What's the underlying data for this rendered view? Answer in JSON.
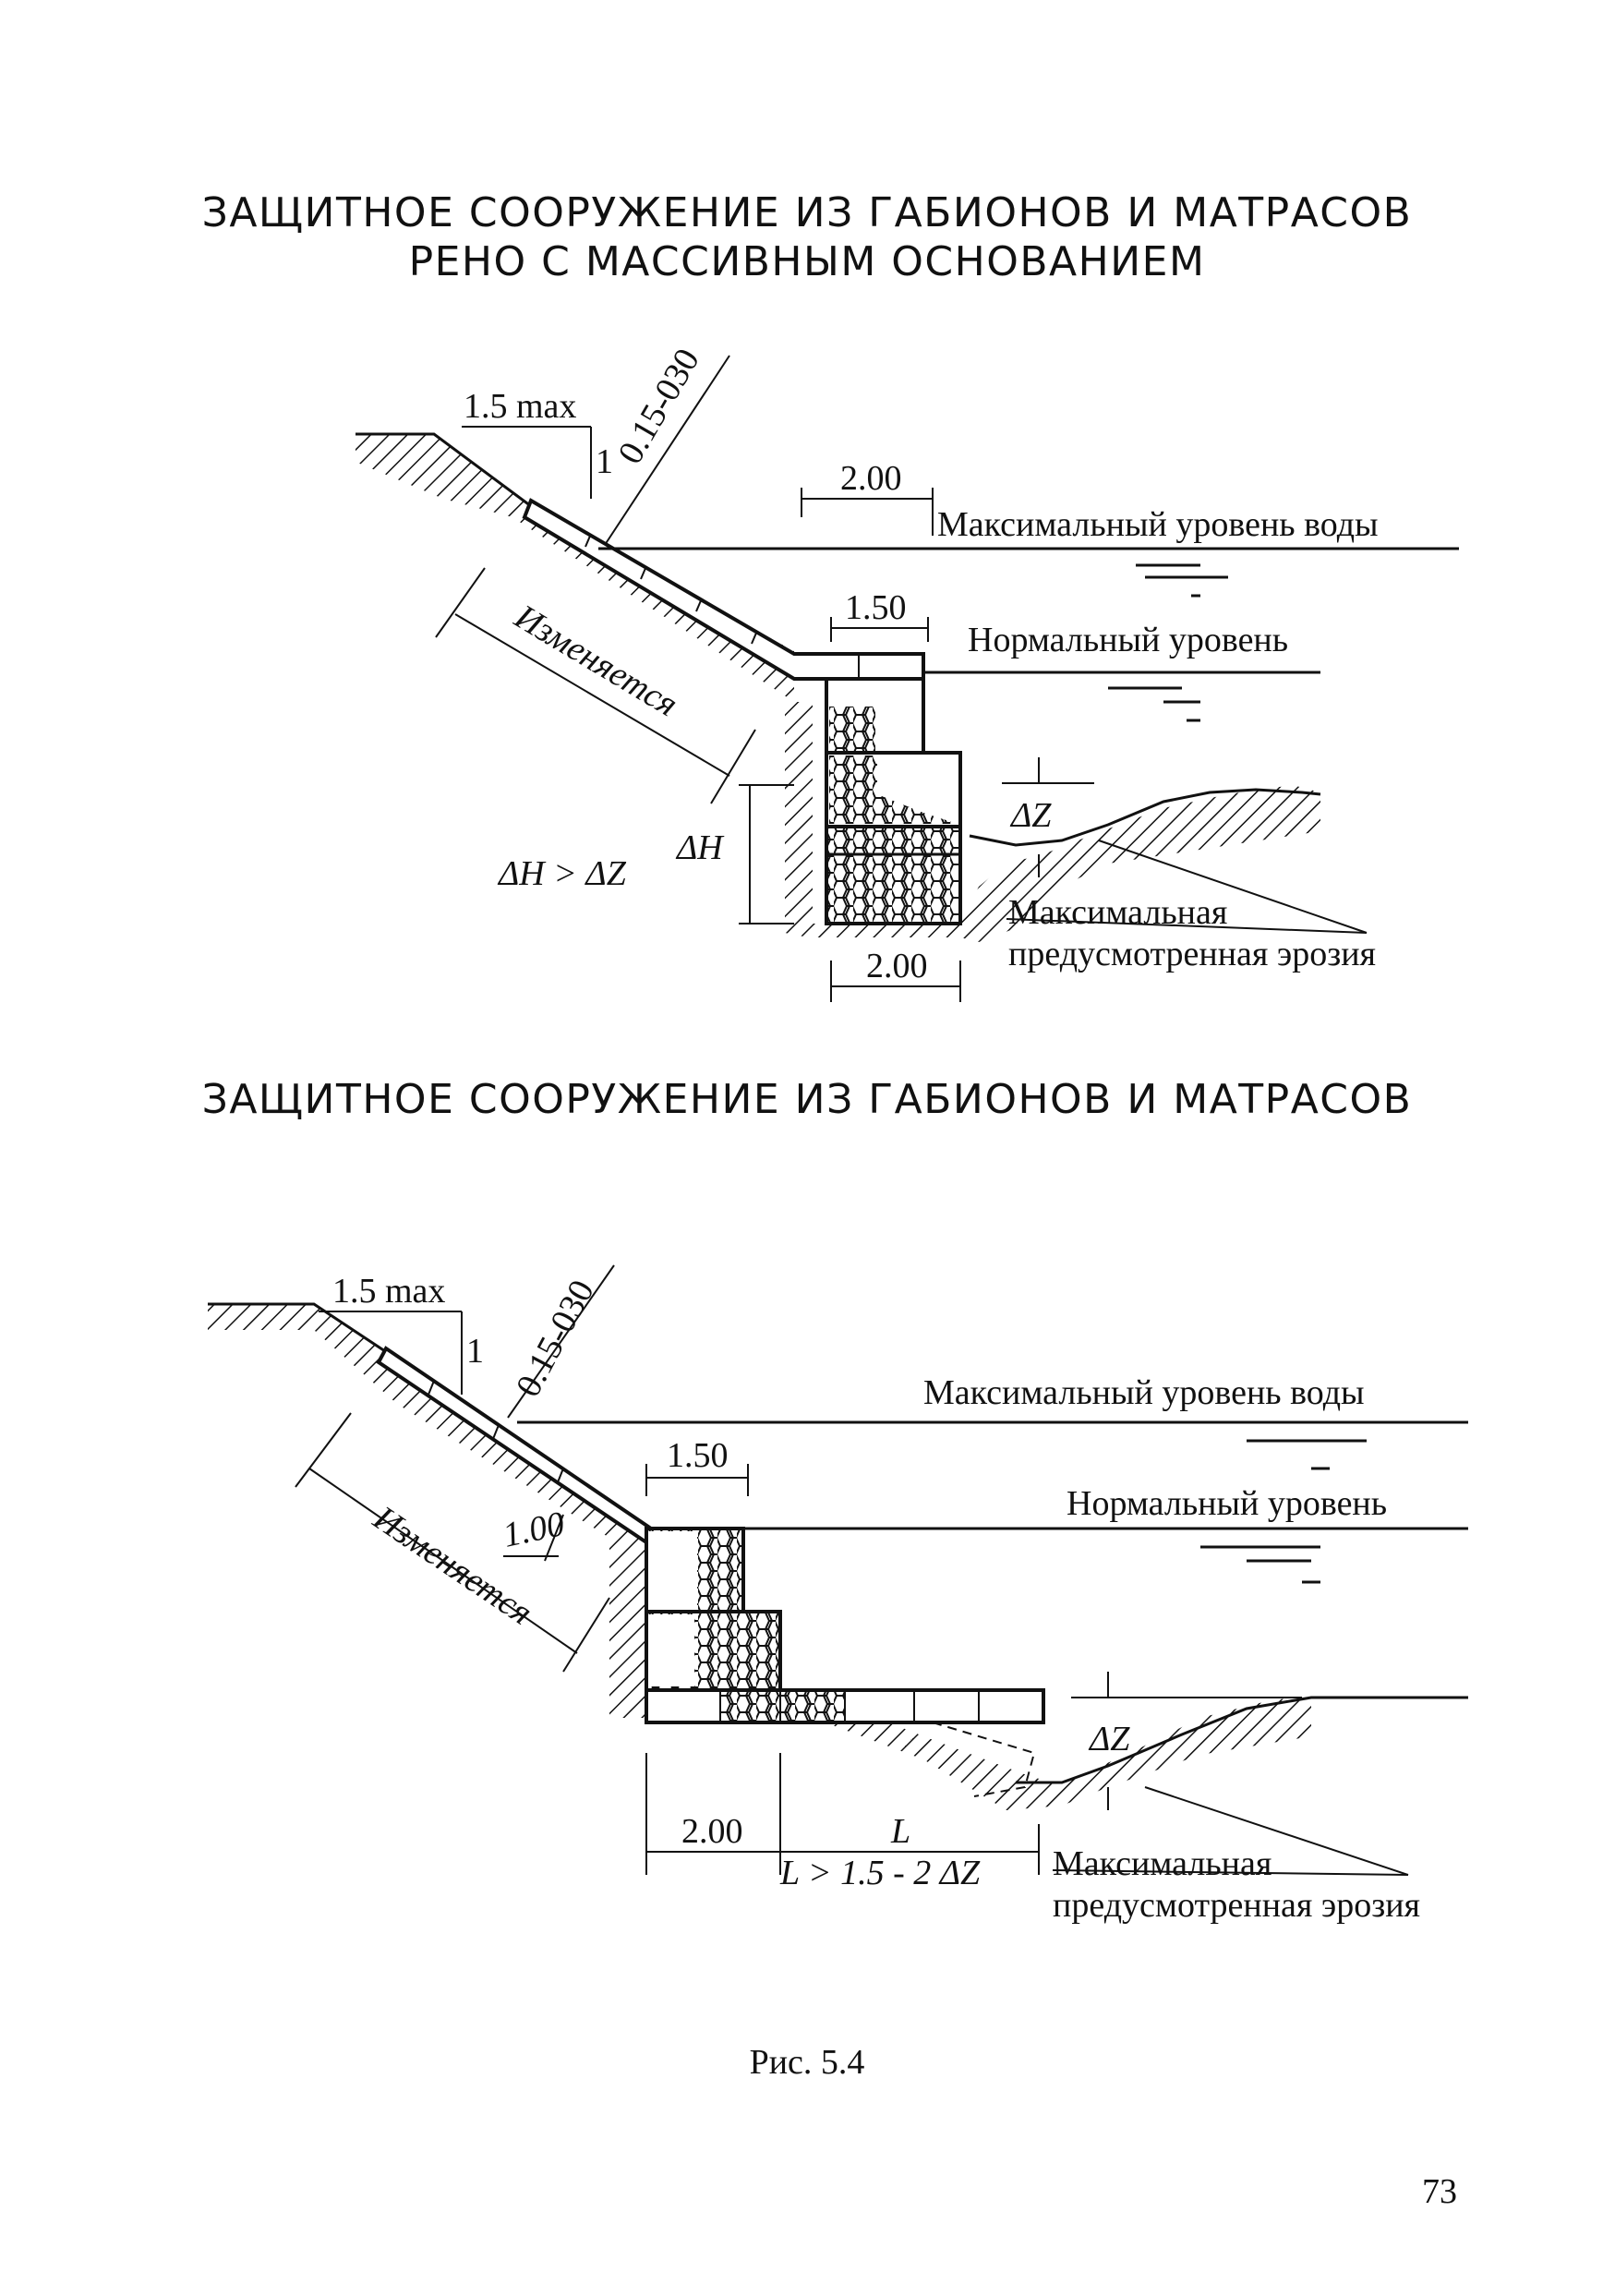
{
  "diagram_top": {
    "title_line1": "ЗАЩИТНОЕ СООРУЖЕНИЕ ИЗ ГАБИОНОВ И МАТРАСОВ",
    "title_line2": "РЕНО С МАССИВНЫМ ОСНОВАНИЕМ",
    "slope_horizontal": "1.5 max",
    "slope_vertical": "1",
    "mattress_thickness": "0.15-030",
    "dim_upper": "2.00",
    "max_water_level": "Максимальный уровень воды",
    "dim_middle": "1.50",
    "normal_level": "Нормальный уровень",
    "varies": "Изменяется",
    "delta_z": "ΔZ",
    "delta_h": "ΔH",
    "condition": "ΔH > ΔZ",
    "erosion_line1": "Максимальная",
    "erosion_line2": "предусмотренная эрозия",
    "dim_base": "2.00"
  },
  "diagram_bottom": {
    "title": "ЗАЩИТНОЕ СООРУЖЕНИЕ ИЗ ГАБИОНОВ И МАТРАСОВ",
    "slope_horizontal": "1.5 max",
    "slope_vertical": "1",
    "mattress_thickness": "0.15-030",
    "max_water_level": "Максимальный уровень воды",
    "dim_middle": "1.50",
    "normal_level": "Нормальный уровень",
    "varies": "Изменяется",
    "dim_thickness": "1.00",
    "delta_z": "ΔZ",
    "dim_base": "2.00",
    "dim_apron": "L",
    "condition": "L > 1.5 - 2 ΔZ",
    "erosion_line1": "Максимальная",
    "erosion_line2": "предусмотренная эрозия"
  },
  "caption": "Рис. 5.4",
  "page_number": "73"
}
